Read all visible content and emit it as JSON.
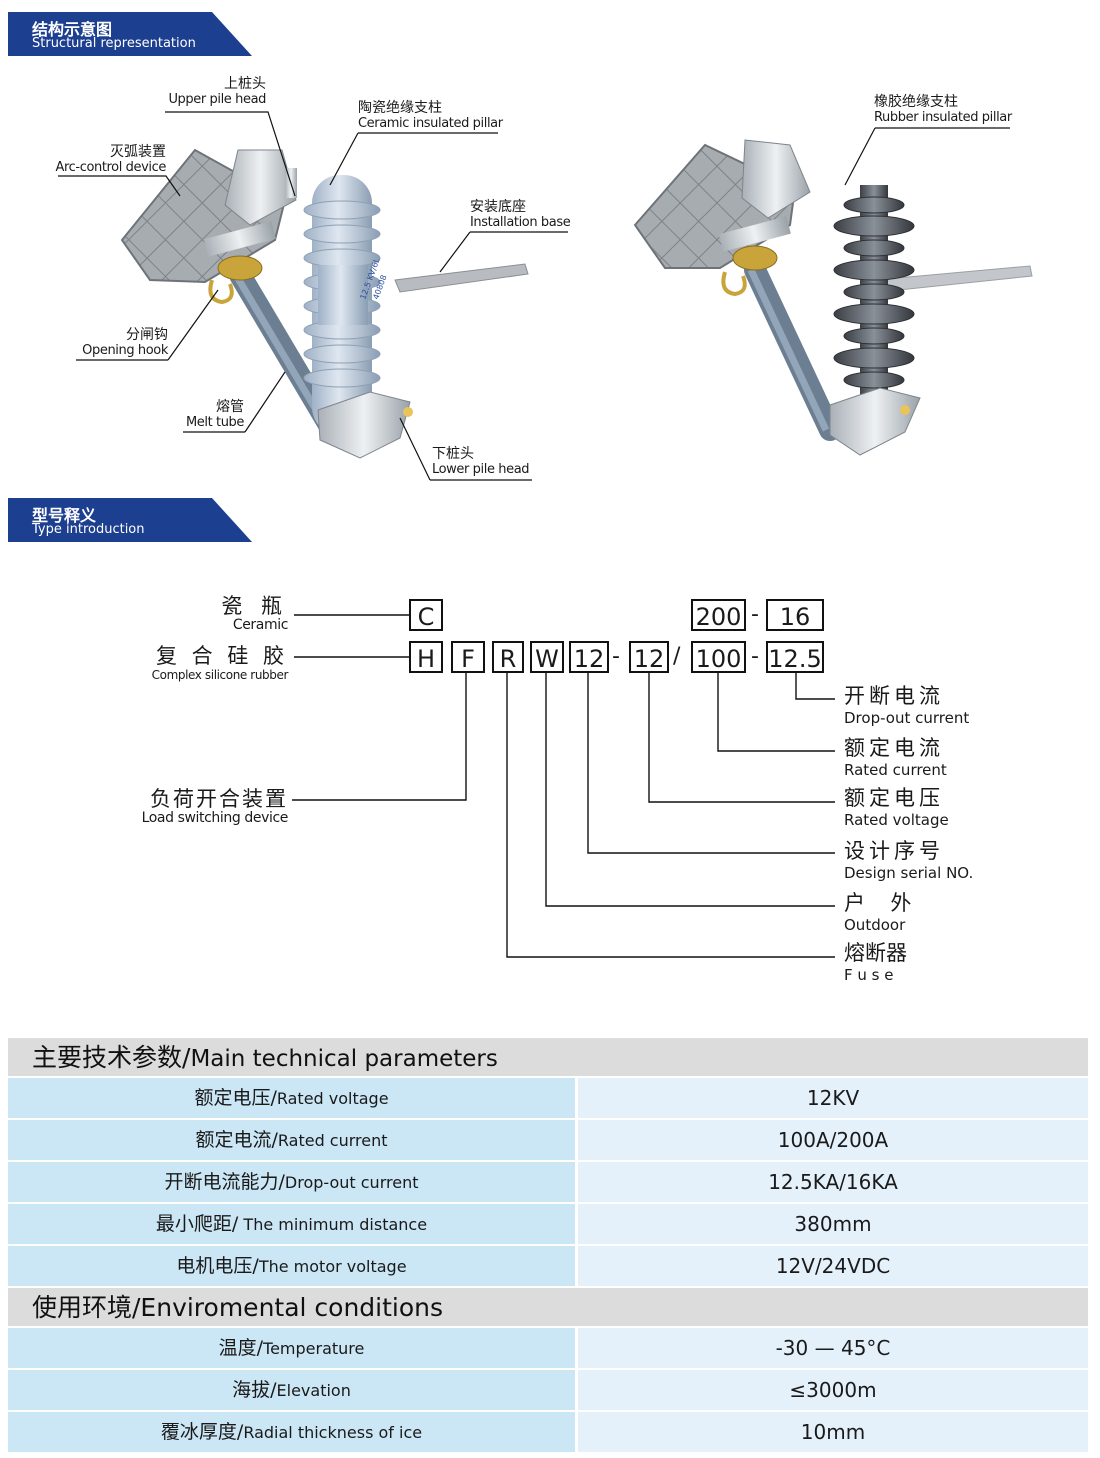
{
  "sections": {
    "structure": {
      "zh": "结构示意图",
      "en": "Structural representation"
    },
    "type": {
      "zh": "型号释义",
      "en": "Type introduction"
    }
  },
  "structure_labels": {
    "upper_pile_head": {
      "zh": "上桩头",
      "en": "Upper pile head"
    },
    "arc_control": {
      "zh": "灭弧装置",
      "en": "Arc-control device"
    },
    "ceramic_pillar": {
      "zh": "陶瓷绝缘支柱",
      "en": "Ceramic insulated pillar"
    },
    "installation_base": {
      "zh": "安装底座",
      "en": "Installation base"
    },
    "opening_hook": {
      "zh": "分闸钩",
      "en": "Opening hook"
    },
    "melt_tube": {
      "zh": "熔管",
      "en": "Melt tube"
    },
    "lower_pile_head": {
      "zh": "下桩头",
      "en": "Lower pile head"
    },
    "rubber_pillar": {
      "zh": "橡胶绝缘支柱",
      "en": "Rubber insulated pillar"
    },
    "tube_marking": [
      "12.5 KV/6L",
      "40808"
    ]
  },
  "type_intro": {
    "ceramic": {
      "zh": "瓷 瓶",
      "en": "Ceramic"
    },
    "complex": {
      "zh": "复 合 硅 胶",
      "en": "Complex silicone rubber"
    },
    "load_switch": {
      "zh": "负荷开合装置",
      "en": "Load switching device"
    },
    "code": {
      "c": "C",
      "h": "H",
      "f": "F",
      "r": "R",
      "w": "W",
      "design": "12",
      "voltage": "12",
      "slash": "/",
      "current_top": "200",
      "current_bottom": "100",
      "dropout_top": "16",
      "dropout_bottom": "12.5",
      "dash": "-"
    },
    "right": [
      {
        "zh": "开断电流",
        "en": "Drop-out current"
      },
      {
        "zh": "额定电流",
        "en": "Rated  current"
      },
      {
        "zh": "额定电压",
        "en": "Rated  voltage"
      },
      {
        "zh": "设计序号",
        "en": "Design serial NO."
      },
      {
        "zh": "户  外",
        "en": "Outdoor"
      },
      {
        "zh": "熔断器",
        "en": "F u s e"
      }
    ]
  },
  "main_params": {
    "title_zh": "主要技术参数/",
    "title_en": "Main technical parameters",
    "rows": [
      {
        "zh": "额定电压/",
        "en": "Rated voltage",
        "value": "12KV"
      },
      {
        "zh": "额定电流/",
        "en": "Rated current",
        "value": "100A/200A"
      },
      {
        "zh": "开断电流能力/",
        "en": "Drop-out current",
        "value": "12.5KA/16KA"
      },
      {
        "zh": "最小爬距/",
        "en": " The minimum distance",
        "value": "380mm"
      },
      {
        "zh": "电机电压/",
        "en": "The motor voltage",
        "value": "12V/24VDC"
      }
    ]
  },
  "env": {
    "title": "使用环境/Enviromental conditions",
    "rows": [
      {
        "zh": "温度/",
        "en": "Temperature",
        "value": "-30 — 45°C"
      },
      {
        "zh": "海拔/",
        "en": "Elevation",
        "value": "≤3000m"
      },
      {
        "zh": "覆冰厚度/",
        "en": "Radial thickness of ice",
        "value": "10mm"
      }
    ]
  },
  "colors": {
    "banner": "#1d3f8f",
    "row_label": "#cbe6f5",
    "row_value": "#e4f1fa",
    "section_head": "#dcdcdc"
  }
}
